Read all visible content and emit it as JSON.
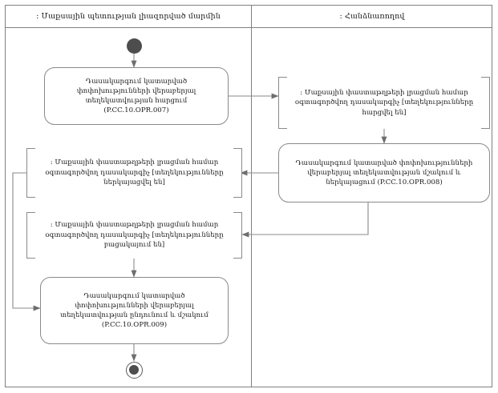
{
  "diagram": {
    "type": "uml-activity-diagram",
    "title": "",
    "colors": {
      "stroke": "#8a8a8a",
      "frame": "#808080",
      "text": "#1a1a1a",
      "node_fill": "#4d4d4d",
      "background": "#ffffff"
    }
  },
  "swimlanes": [
    {
      "id": "lane-left",
      "label": ": Մաքսային պետության լիազորված մարմին"
    },
    {
      "id": "lane-right",
      "label": ": Հանձնառողով"
    }
  ],
  "nodes": {
    "initial": {
      "name": "initial-node",
      "label": ""
    },
    "final": {
      "name": "final-node",
      "label": ""
    },
    "activity_007": {
      "label": "Դասակարգում կատարված փոփոխությունների վերաբերյալ տեղեկատվության հարցում (P.CC.10.OPR.007)",
      "code": "P.CC.10.OPR.007",
      "lane": "lane-left"
    },
    "object_requested": {
      "label": ": Մաքսային փաստաթղթերի լրացման համար օգտագործվող դասակարգիչ [տեղեկությունները հարցվել են]",
      "state": "տեղեկությունները հարցվել են",
      "lane": "lane-right"
    },
    "activity_008": {
      "label": "Դասակարգում կատարված փոփոխությունների վերաբերյալ տեղեկատվության մշակում և ներկայացում (P.CC.10.OPR.008)",
      "code": "P.CC.10.OPR.008",
      "lane": "lane-right"
    },
    "object_presented": {
      "label": ": Մաքսային փաստաթղթերի լրացման համար օգտագործվող դասակարգիչ [տեղեկությունները ներկայացվել են]",
      "state": "տեղեկությունները ներկայացվել են",
      "lane": "lane-left"
    },
    "object_absent": {
      "label": ": Մաքսային փաստաթղթերի լրացման համար օգտագործվող դասակարգիչ [տեղեկությունները բացակայում են]",
      "state": "տեղեկությունները բացակայում են",
      "lane": "lane-left"
    },
    "activity_009": {
      "label": "Դասակարգում կատարված փոփոխությունների վերաբերյալ տեղեկատվության ընդունում և մշակում (P.CC.10.OPR.009)",
      "code": "P.CC.10.OPR.009",
      "lane": "lane-left"
    }
  },
  "edges": [
    {
      "from": "initial",
      "to": "activity_007",
      "label": ""
    },
    {
      "from": "activity_007",
      "to": "object_requested",
      "label": ""
    },
    {
      "from": "object_requested",
      "to": "activity_008",
      "label": ""
    },
    {
      "from": "activity_008",
      "to": "object_presented",
      "label": ""
    },
    {
      "from": "activity_008",
      "to": "object_absent",
      "label": ""
    },
    {
      "from": "object_presented",
      "to": "activity_009",
      "label": ""
    },
    {
      "from": "object_absent",
      "to": "activity_009",
      "label": ""
    },
    {
      "from": "activity_009",
      "to": "final",
      "label": ""
    }
  ]
}
